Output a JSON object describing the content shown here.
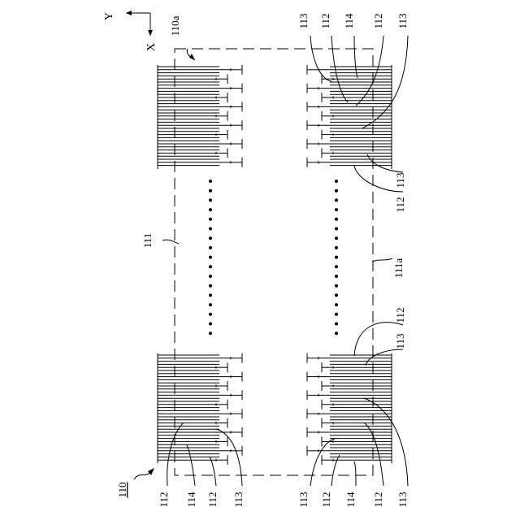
{
  "figure": {
    "axis": {
      "y_label": "Y",
      "x_label": "X"
    },
    "labels": {
      "module": "110",
      "top_edge": "110a",
      "left_line": "111",
      "right_line": "111a",
      "callout_112": "112",
      "callout_113": "113",
      "callout_114": "114"
    },
    "colors": {
      "ink": "#000000",
      "paper": "#ffffff"
    }
  }
}
